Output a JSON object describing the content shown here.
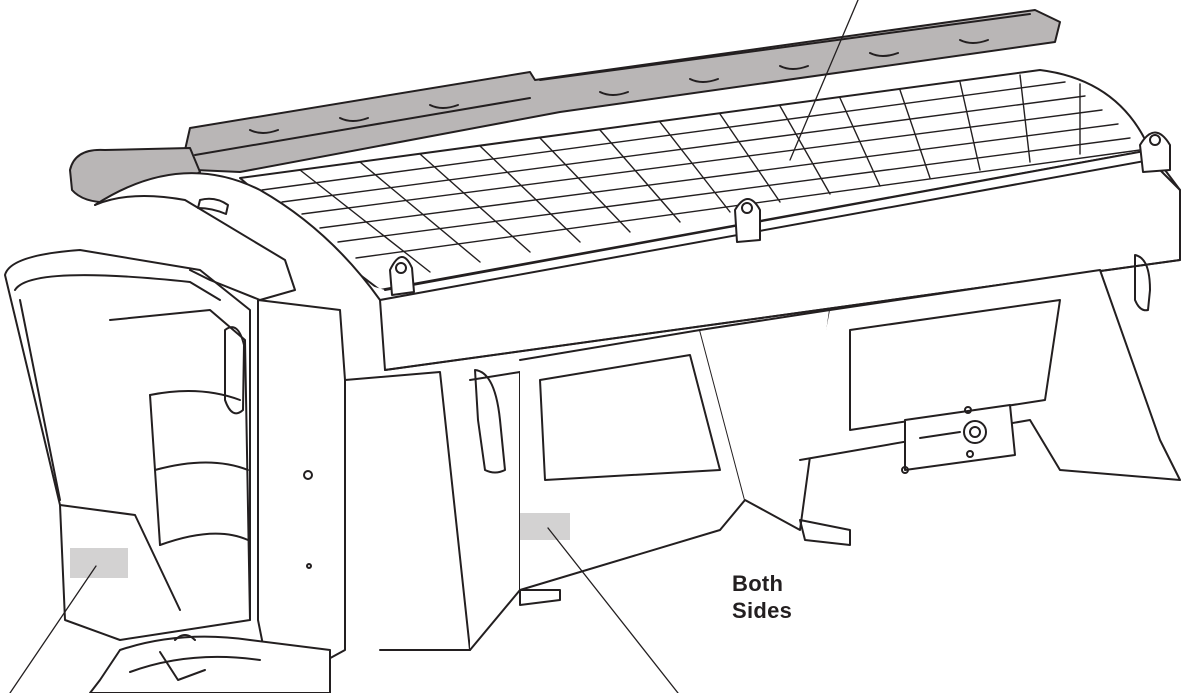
{
  "callout": {
    "line1": "Both",
    "line2": "Sides"
  },
  "colors": {
    "line": "#231f20",
    "cover_fill": "#b9b6b6",
    "decal_fill": "#d3d2d2",
    "body_fill": "#ffffff"
  },
  "icons": [
    "decal-label",
    "leader-line",
    "hopper-cover",
    "wire-grate",
    "spinner-chute"
  ]
}
